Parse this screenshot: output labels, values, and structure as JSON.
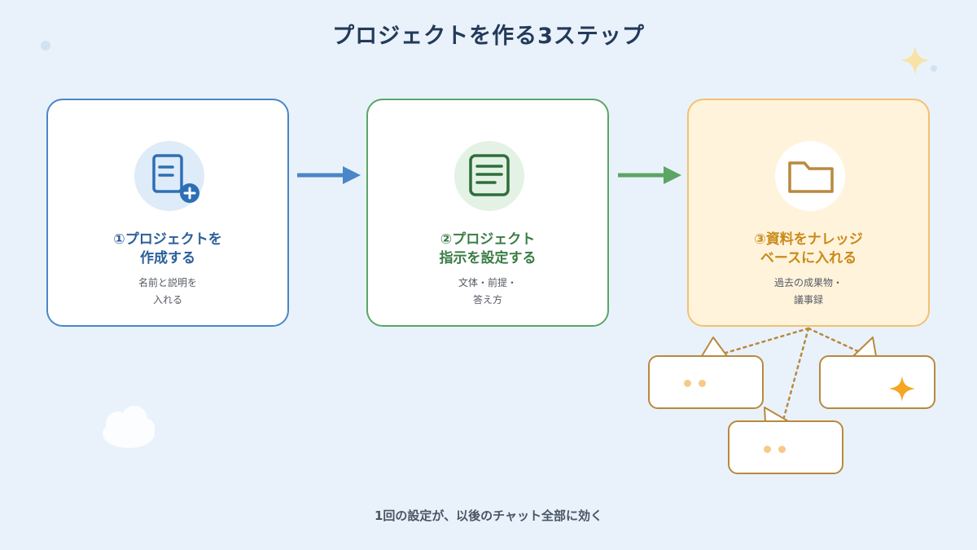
{
  "title": "プロジェクトを作る3ステップ",
  "steps": [
    {
      "title_lines": [
        "①プロジェクトを",
        "作成する"
      ],
      "desc_lines": [
        "名前と説明を",
        "入れる"
      ],
      "icon": "document-plus-icon",
      "color": "#4a86c8"
    },
    {
      "title_lines": [
        "②プロジェクト",
        "指示を設定する"
      ],
      "desc_lines": [
        "文体・前提・",
        "答え方"
      ],
      "icon": "document-lines-icon",
      "color": "#5ba566"
    },
    {
      "title_lines": [
        "③資料をナレッジ",
        "ベースに入れる"
      ],
      "desc_lines": [
        "過去の成果物・",
        "議事録"
      ],
      "icon": "folder-icon",
      "color": "#f1c26f"
    }
  ],
  "footer": "1回の設定が、以後のチャット全部に効く",
  "colors": {
    "background": "#e9f2fb",
    "blue": "#4a86c8",
    "green": "#5ba566",
    "orange": "#f1c26f",
    "brown": "#b8893e",
    "sparkle": "#f5a623"
  }
}
